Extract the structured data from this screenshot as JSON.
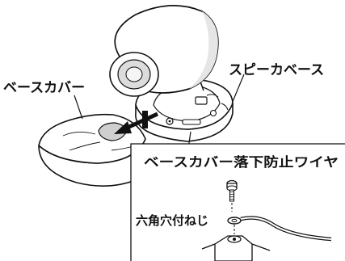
{
  "labels": {
    "speaker_base": "スピーカベース",
    "base_cover": "ベースカバー",
    "fall_prevention_wire": "ベースカバー落下防止ワイヤ",
    "hex_screw": "六角穴付ねじ"
  }
}
